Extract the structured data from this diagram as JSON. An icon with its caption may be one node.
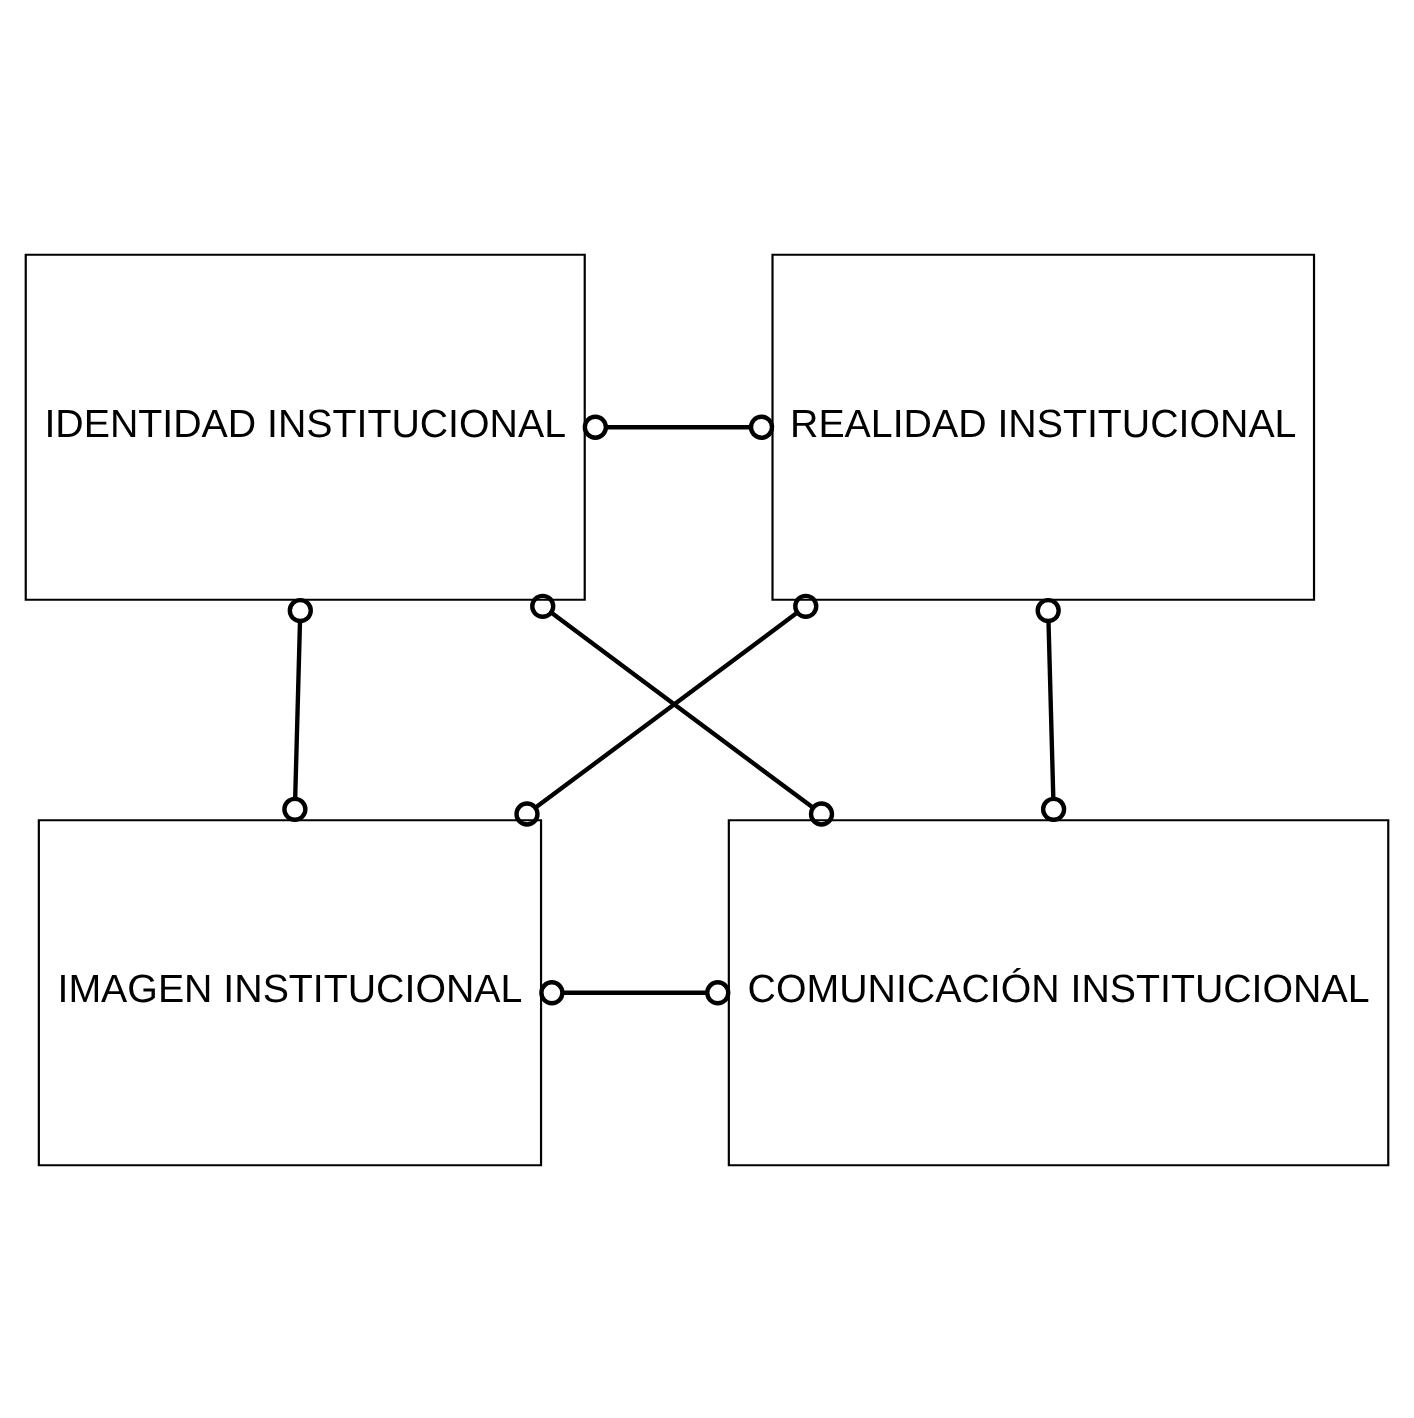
{
  "diagram": {
    "nodes": [
      {
        "text": [
          "IDENTIDAD INSTITUCIONAL"
        ]
      },
      {
        "text": [
          "REALIDAD INSTITUCIONAL"
        ]
      },
      {
        "text": [
          "IMAGEN INSTITUCIONAL"
        ]
      },
      {
        "text": [
          "COMUNICACIÓN INSTITUCIONAL"
        ]
      }
    ],
    "edges": [
      {
        "from": 0,
        "to": 1,
        "arrow": "other"
      },
      {
        "from": 0,
        "to": 2,
        "arrow": "other"
      },
      {
        "from": 1,
        "to": 3,
        "arrow": "other"
      },
      {
        "from": 0,
        "to": 3,
        "arrow": "other"
      },
      {
        "from": 1,
        "to": 2,
        "arrow": "other"
      },
      {
        "from": 2,
        "to": 3,
        "arrow": "other"
      }
    ]
  }
}
